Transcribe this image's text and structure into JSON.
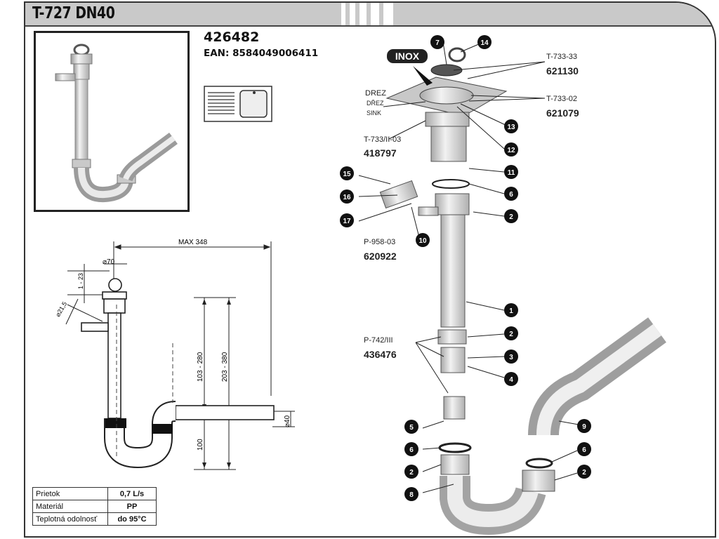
{
  "header": {
    "title": "T-727 DN40"
  },
  "product": {
    "code": "426482",
    "ean": "EAN: 8584049006411"
  },
  "dimensions": {
    "max_width": "MAX 348",
    "diameter_top": "⌀70",
    "offset": "1 - 23",
    "side_diameter": "⌀21,5",
    "height_range_1": "103 - 280",
    "height_range_2": "203 - 380",
    "height_lower": "100",
    "outlet_diameter": "⌀40"
  },
  "specs": [
    {
      "label": "Prietok",
      "value": "0,7 L/s"
    },
    {
      "label": "Materiál",
      "value": "PP"
    },
    {
      "label": "Teplotná odolnosť",
      "value": "do 95°C"
    }
  ],
  "callouts": {
    "inox": "INOX",
    "sink_sk": "DREZ",
    "sink_cz": "DŘEZ",
    "sink_en": "SINK",
    "ref_t733_33": "T-733-33",
    "num_621130": "621130",
    "ref_t733_02": "T-733-02",
    "num_621079": "621079",
    "ref_t733_ii_03": "T-733/II-03",
    "num_418797": "418797",
    "ref_p958_03": "P-958-03",
    "num_620922": "620922",
    "ref_p742_iii": "P-742/III",
    "num_436476": "436476"
  },
  "parts": {
    "p1": "1",
    "p2": "2",
    "p3": "3",
    "p4": "4",
    "p5": "5",
    "p6": "6",
    "p7": "7",
    "p8": "8",
    "p9": "9",
    "p10": "10",
    "p11": "11",
    "p12": "12",
    "p13": "13",
    "p14": "14",
    "p15": "15",
    "p16": "16",
    "p17": "17"
  }
}
